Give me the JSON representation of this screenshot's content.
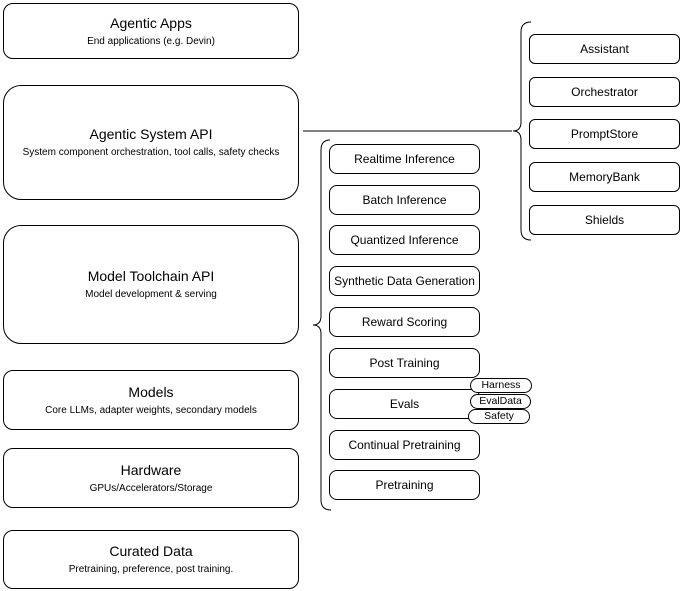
{
  "left_stack": [
    {
      "title": "Agentic Apps",
      "subtitle": "End applications (e.g. Devin)"
    },
    {
      "title": "Agentic System API",
      "subtitle": "System component orchestration, tool calls, safety checks"
    },
    {
      "title": "Model Toolchain API",
      "subtitle": "Model development & serving"
    },
    {
      "title": "Models",
      "subtitle": "Core LLMs, adapter weights, secondary models"
    },
    {
      "title": "Hardware",
      "subtitle": "GPUs/Accelerators/Storage"
    },
    {
      "title": "Curated Data",
      "subtitle": "Pretraining, preference, post training."
    }
  ],
  "toolchain_services": [
    "Realtime Inference",
    "Batch Inference",
    "Quantized Inference",
    "Synthetic Data Generation",
    "Reward Scoring",
    "Post Training",
    "Evals",
    "Continual Pretraining",
    "Pretraining"
  ],
  "eval_tags": [
    "Harness",
    "EvalData",
    "Safety"
  ],
  "system_components": [
    "Assistant",
    "Orchestrator",
    "PromptStore",
    "MemoryBank",
    "Shields"
  ],
  "colors": {
    "stroke": "#000000",
    "fill": "#ffffff",
    "text": "#000000"
  }
}
